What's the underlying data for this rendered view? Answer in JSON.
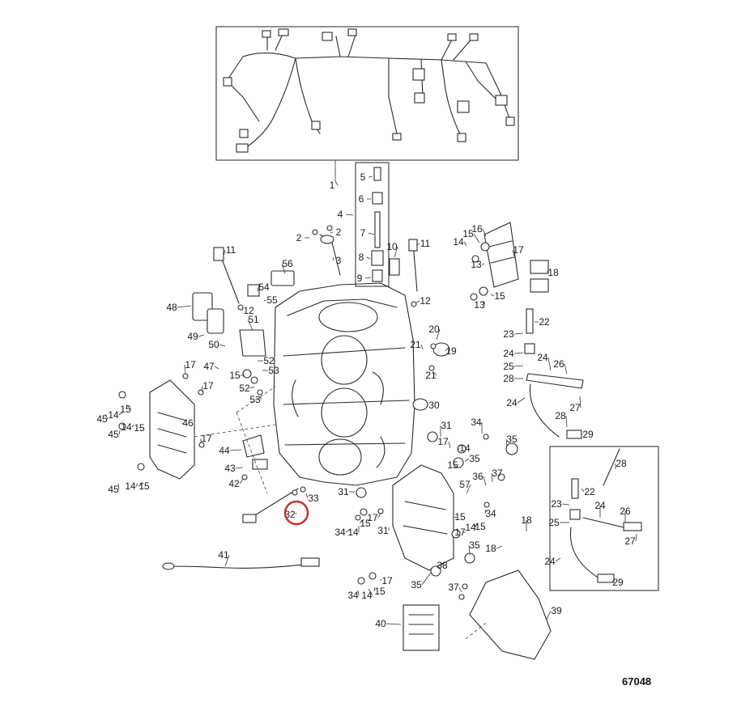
{
  "diagram": {
    "reference_number": "67048",
    "highlight_color": "#c8322a",
    "highlighted_part": "32",
    "callouts": [
      {
        "id": "c1",
        "label": "1"
      },
      {
        "id": "c2a",
        "label": "2"
      },
      {
        "id": "c2b",
        "label": "2"
      },
      {
        "id": "c3",
        "label": "3"
      },
      {
        "id": "c4",
        "label": "4"
      },
      {
        "id": "c5",
        "label": "5"
      },
      {
        "id": "c6",
        "label": "6"
      },
      {
        "id": "c7",
        "label": "7"
      },
      {
        "id": "c8",
        "label": "8"
      },
      {
        "id": "c9",
        "label": "9"
      },
      {
        "id": "c10",
        "label": "10"
      },
      {
        "id": "c11a",
        "label": "11"
      },
      {
        "id": "c11b",
        "label": "11"
      },
      {
        "id": "c12a",
        "label": "12"
      },
      {
        "id": "c12b",
        "label": "12"
      },
      {
        "id": "c13a",
        "label": "13"
      },
      {
        "id": "c13b",
        "label": "13"
      },
      {
        "id": "c14a",
        "label": "14"
      },
      {
        "id": "c14b",
        "label": "14"
      },
      {
        "id": "c14c",
        "label": "14"
      },
      {
        "id": "c14d",
        "label": "14"
      },
      {
        "id": "c14e",
        "label": "14"
      },
      {
        "id": "c14f",
        "label": "14"
      },
      {
        "id": "c14g",
        "label": "14"
      },
      {
        "id": "c14h",
        "label": "14"
      },
      {
        "id": "c15a",
        "label": "15"
      },
      {
        "id": "c15b",
        "label": "15"
      },
      {
        "id": "c15c",
        "label": "15"
      },
      {
        "id": "c15d",
        "label": "15"
      },
      {
        "id": "c15e",
        "label": "15"
      },
      {
        "id": "c15f",
        "label": "15"
      },
      {
        "id": "c15g",
        "label": "15"
      },
      {
        "id": "c15h",
        "label": "15"
      },
      {
        "id": "c15i",
        "label": "15"
      },
      {
        "id": "c15j",
        "label": "15"
      },
      {
        "id": "c15k",
        "label": "15"
      },
      {
        "id": "c16",
        "label": "16"
      },
      {
        "id": "c17a",
        "label": "17"
      },
      {
        "id": "c17b",
        "label": "17"
      },
      {
        "id": "c17c",
        "label": "17"
      },
      {
        "id": "c17d",
        "label": "17"
      },
      {
        "id": "c17e",
        "label": "17"
      },
      {
        "id": "c17f",
        "label": "17"
      },
      {
        "id": "c17g",
        "label": "17"
      },
      {
        "id": "c17h",
        "label": "17"
      },
      {
        "id": "c18a",
        "label": "18"
      },
      {
        "id": "c18b",
        "label": "18"
      },
      {
        "id": "c18c",
        "label": "18"
      },
      {
        "id": "c19",
        "label": "19"
      },
      {
        "id": "c20",
        "label": "20"
      },
      {
        "id": "c21a",
        "label": "21"
      },
      {
        "id": "c21b",
        "label": "21"
      },
      {
        "id": "c22a",
        "label": "22"
      },
      {
        "id": "c22b",
        "label": "22"
      },
      {
        "id": "c23a",
        "label": "23"
      },
      {
        "id": "c23b",
        "label": "23"
      },
      {
        "id": "c24a",
        "label": "24"
      },
      {
        "id": "c24b",
        "label": "24"
      },
      {
        "id": "c24c",
        "label": "24"
      },
      {
        "id": "c24d",
        "label": "24"
      },
      {
        "id": "c24e",
        "label": "24"
      },
      {
        "id": "c25a",
        "label": "25"
      },
      {
        "id": "c25b",
        "label": "25"
      },
      {
        "id": "c26a",
        "label": "26"
      },
      {
        "id": "c26b",
        "label": "26"
      },
      {
        "id": "c27a",
        "label": "27"
      },
      {
        "id": "c27b",
        "label": "27"
      },
      {
        "id": "c28a",
        "label": "28"
      },
      {
        "id": "c28b",
        "label": "28"
      },
      {
        "id": "c28c",
        "label": "28"
      },
      {
        "id": "c29a",
        "label": "29"
      },
      {
        "id": "c29b",
        "label": "29"
      },
      {
        "id": "c30",
        "label": "30"
      },
      {
        "id": "c31a",
        "label": "31"
      },
      {
        "id": "c31b",
        "label": "31"
      },
      {
        "id": "c31c",
        "label": "31"
      },
      {
        "id": "c32",
        "label": "32"
      },
      {
        "id": "c33",
        "label": "33"
      },
      {
        "id": "c34a",
        "label": "34"
      },
      {
        "id": "c34b",
        "label": "34"
      },
      {
        "id": "c34c",
        "label": "34"
      },
      {
        "id": "c34d",
        "label": "34"
      },
      {
        "id": "c35a",
        "label": "35"
      },
      {
        "id": "c35b",
        "label": "35"
      },
      {
        "id": "c35c",
        "label": "35"
      },
      {
        "id": "c35d",
        "label": "35"
      },
      {
        "id": "c36",
        "label": "36"
      },
      {
        "id": "c37a",
        "label": "37"
      },
      {
        "id": "c37b",
        "label": "37"
      },
      {
        "id": "c38",
        "label": "38"
      },
      {
        "id": "c39",
        "label": "39"
      },
      {
        "id": "c40",
        "label": "40"
      },
      {
        "id": "c41",
        "label": "41"
      },
      {
        "id": "c42",
        "label": "42"
      },
      {
        "id": "c43",
        "label": "43"
      },
      {
        "id": "c44",
        "label": "44"
      },
      {
        "id": "c45a",
        "label": "45"
      },
      {
        "id": "c45b",
        "label": "45"
      },
      {
        "id": "c45c",
        "label": "45"
      },
      {
        "id": "c46",
        "label": "46"
      },
      {
        "id": "c47",
        "label": "47"
      },
      {
        "id": "c48",
        "label": "48"
      },
      {
        "id": "c49",
        "label": "49"
      },
      {
        "id": "c50",
        "label": "50"
      },
      {
        "id": "c51",
        "label": "51"
      },
      {
        "id": "c52a",
        "label": "52"
      },
      {
        "id": "c52b",
        "label": "52"
      },
      {
        "id": "c53a",
        "label": "53"
      },
      {
        "id": "c53b",
        "label": "53"
      },
      {
        "id": "c54",
        "label": "54"
      },
      {
        "id": "c55",
        "label": "55"
      },
      {
        "id": "c56",
        "label": "56"
      },
      {
        "id": "c57",
        "label": "57"
      }
    ]
  }
}
